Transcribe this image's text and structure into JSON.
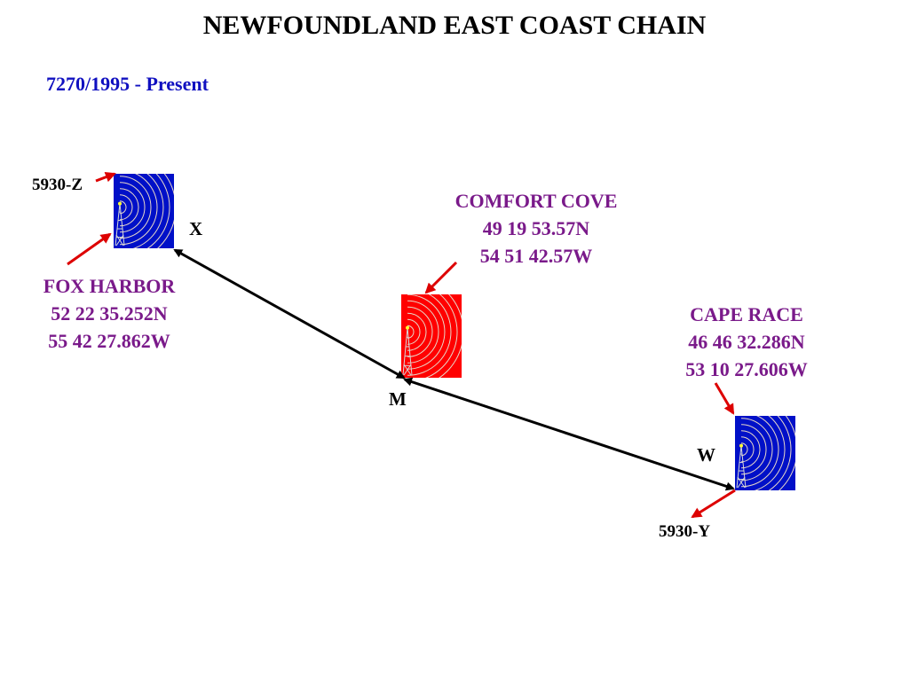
{
  "title": "NEWFOUNDLAND EAST COAST CHAIN",
  "subtitle": "7270/1995 - Present",
  "colors": {
    "subtitle": "#1010c0",
    "station_label": "#7a1a8a",
    "master": "#ff0000",
    "secondary": "#0010c8",
    "pointer_arrow": "#dd0000",
    "baseline": "#000000"
  },
  "stations": {
    "fox_harbor": {
      "name": "FOX HARBOR",
      "lat": "52 22 35.252N",
      "lon": "55 42 27.862W",
      "role": "X",
      "rate": "5930-Z"
    },
    "comfort_cove": {
      "name": "COMFORT COVE",
      "lat": "49 19 53.57N",
      "lon": "54 51 42.57W",
      "role": "M"
    },
    "cape_race": {
      "name": "CAPE RACE",
      "lat": "46 46 32.286N",
      "lon": "53 10 27.606W",
      "role": "W",
      "rate": "5930-Y"
    }
  },
  "icons": {
    "transmitter": "transmitter-tower-icon"
  }
}
